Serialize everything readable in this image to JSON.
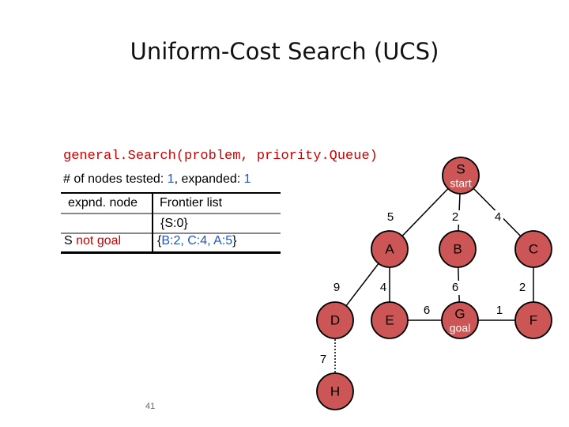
{
  "title": "Uniform-Cost Search (UCS)",
  "code": "general.Search(problem, priority.Queue)",
  "counts": {
    "tested_label": "# of nodes tested:",
    "tested_value": "1",
    "expanded_label": ", expanded:",
    "expanded_value": "1"
  },
  "table": {
    "header_left": "expnd. node",
    "header_right": "Frontier list",
    "row1_right": "{S:0}",
    "row2_left_node": "S",
    "row2_left_status": "not goal",
    "row2_right": "{B:2, C:4, A:5}"
  },
  "graph": {
    "nodes": {
      "S": {
        "label": "S",
        "sub": "start",
        "fill": "#cc5555"
      },
      "A": {
        "label": "A",
        "fill": "#cc5555"
      },
      "B": {
        "label": "B",
        "fill": "#cc5555"
      },
      "C": {
        "label": "C",
        "fill": "#cc5555"
      },
      "D": {
        "label": "D",
        "fill": "#cc5555"
      },
      "E": {
        "label": "E",
        "fill": "#cc5555"
      },
      "G": {
        "label": "G",
        "sub": "goal",
        "fill": "#cc5555"
      },
      "F": {
        "label": "F",
        "fill": "#cc5555"
      },
      "H": {
        "label": "H",
        "fill": "#cc5555"
      }
    },
    "edges": {
      "SA": "5",
      "SB": "2",
      "SC": "4",
      "AD": "9",
      "AE": "4",
      "BG": "6",
      "CF": "2",
      "EG": "6",
      "GF": "1",
      "DH": "7"
    }
  },
  "slide_number": "41"
}
